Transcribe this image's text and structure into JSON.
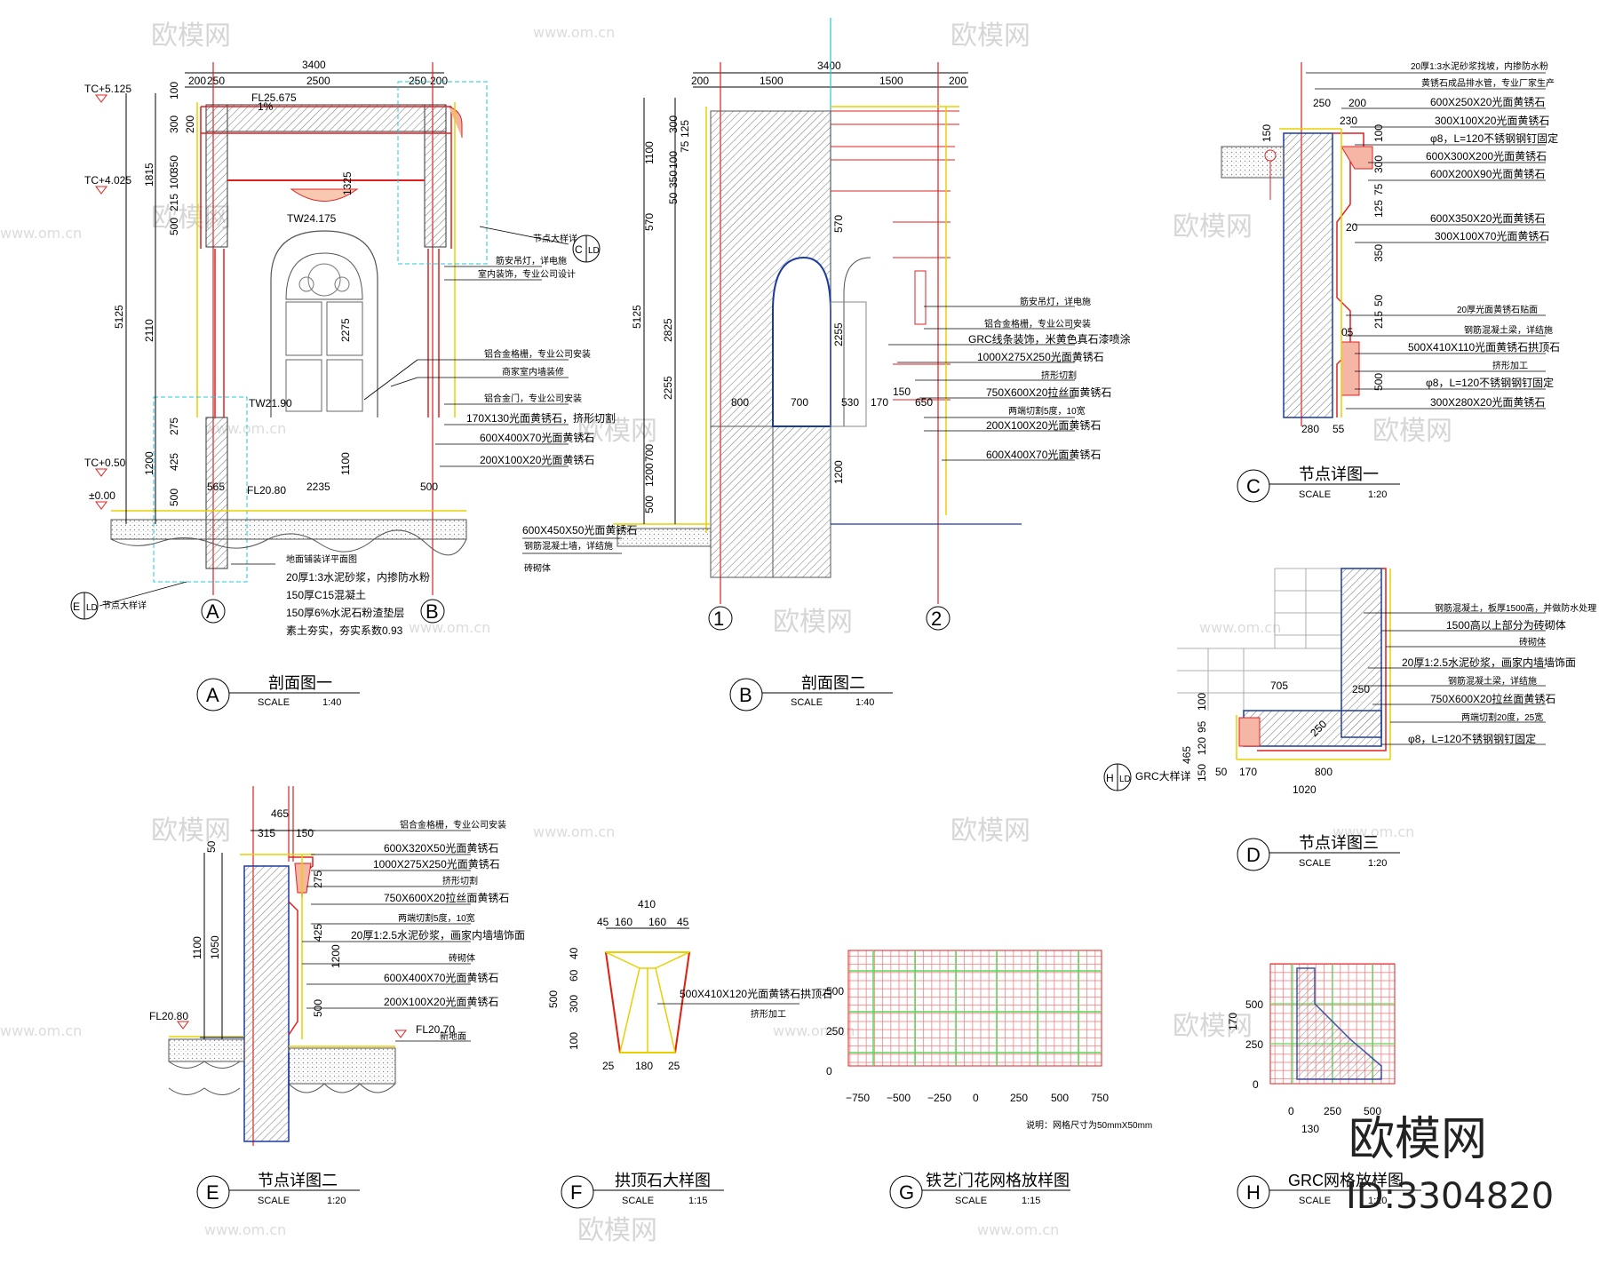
{
  "watermark": {
    "brand": "欧模网",
    "site": "www.om.cn"
  },
  "brand_logo": {
    "name": "欧模网",
    "id": "ID:3304820"
  },
  "views": [
    {
      "key": "A",
      "title": "剖面图一",
      "scale_label": "SCALE",
      "scale": "1:40"
    },
    {
      "key": "B",
      "title": "剖面图二",
      "scale_label": "SCALE",
      "scale": "1:40"
    },
    {
      "key": "C",
      "title": "节点详图一",
      "scale_label": "SCALE",
      "scale": "1:20"
    },
    {
      "key": "D",
      "title": "节点详图三",
      "scale_label": "SCALE",
      "scale": "1:20"
    },
    {
      "key": "E",
      "title": "节点详图二",
      "scale_label": "SCALE",
      "scale": "1:20"
    },
    {
      "key": "F",
      "title": "拱顶石大样图",
      "scale_label": "SCALE",
      "scale": "1:15"
    },
    {
      "key": "G",
      "title": "铁艺门花网格放样图",
      "scale_label": "SCALE",
      "scale": "1:15"
    },
    {
      "key": "H",
      "title": "GRC网格放样图",
      "scale_label": "SCALE",
      "scale": "1:20"
    }
  ],
  "section_a": {
    "dims_top": [
      "3400",
      "200",
      "250",
      "2500",
      "250",
      "200"
    ],
    "levels": [
      "TC+5.125",
      "TC+4.025",
      "TC+0.50",
      "±0.00",
      "FL25.675",
      "TW24.175",
      "TW21.90",
      "FL20.80"
    ],
    "dims_left": [
      "5125",
      "1815",
      "2110",
      "1200",
      "100",
      "300",
      "200",
      "350",
      "100",
      "215",
      "500",
      "275",
      "425",
      "500"
    ],
    "dims_inner": [
      "1325",
      "2275",
      "1100",
      "2235",
      "565",
      "500",
      "1%"
    ],
    "notes": [
      "节点大样详",
      "筋安吊灯，详电施",
      "室内装饰，专业公司设计",
      "铝合金格栅，专业公司安装",
      "商家室内墙装修",
      "铝合金门，专业公司安装",
      "170X130光面黄锈石，挤形切割",
      "600X400X70光面黄锈石",
      "200X100X20光面黄锈石"
    ],
    "floor_notes": [
      "地面铺装详平面图",
      "20厚1:3水泥砂浆，内掺防水粉",
      "150厚C15混凝土",
      "150厚6%水泥石粉渣垫层",
      "素土夯实，夯实系数0.93"
    ],
    "detail_e_ref": "节点大样详",
    "axes": [
      "A",
      "B"
    ],
    "ref_c": "C",
    "ref_e": "E",
    "ref_ld": "LD"
  },
  "section_b": {
    "dims_top": [
      "3400",
      "200",
      "1500",
      "1500",
      "200"
    ],
    "dims_left": [
      "5125",
      "2825",
      "2255",
      "1100",
      "570",
      "700",
      "1200",
      "500",
      "125",
      "300",
      "75",
      "100",
      "350",
      "50"
    ],
    "dims_inner": [
      "800",
      "700",
      "530",
      "170",
      "150",
      "650",
      "2255",
      "570",
      "1200"
    ],
    "notes": [
      "筋安吊灯，详电施",
      "铝合金格栅，专业公司安装",
      "GRC线条装饰，米黄色真石漆喷涂",
      "1000X275X250光面黄锈石",
      "挤形切割",
      "750X600X20拉丝面黄锈石",
      "两端切割5度，10宽",
      "200X100X20光面黄锈石",
      "600X400X70光面黄锈石"
    ],
    "left_notes": [
      "600X450X50光面黄锈石",
      "钢筋混凝土墙，详结施",
      "砖砌体"
    ],
    "axes": [
      "1",
      "2"
    ]
  },
  "detail_c": {
    "dims": [
      "250",
      "200",
      "230",
      "150",
      "100",
      "300",
      "20",
      "125",
      "75",
      "350",
      "50",
      "215",
      "05",
      "500",
      "280",
      "55"
    ],
    "notes": [
      "20厚1:3水泥砂浆找坡，内掺防水粉",
      "黄锈石成品排水管，专业厂家生产",
      "600X250X20光面黄锈石",
      "300X100X20光面黄锈石",
      "φ8，L=120不锈钢钢钉固定",
      "600X300X200光面黄锈石",
      "600X200X90光面黄锈石",
      "600X350X20光面黄锈石",
      "300X100X70光面黄锈石",
      "20厚光面黄锈石贴面",
      "钢筋混凝土梁，详结施",
      "500X410X110光面黄锈石拱顶石",
      "挤形加工",
      "φ8，L=120不锈钢钢钉固定",
      "300X280X20光面黄锈石"
    ]
  },
  "detail_d": {
    "dims": [
      "705",
      "250",
      "250",
      "465",
      "120",
      "95",
      "100",
      "150",
      "50",
      "170",
      "800",
      "1020"
    ],
    "notes": [
      "钢筋混凝土，板厚1500高，并做防水处理",
      "1500高以上部分为砖砌体",
      "砖砌体",
      "20厚1:2.5水泥砂浆，画家内墙墙饰面",
      "钢筋混凝土梁，详结施",
      "750X600X20拉丝面黄锈石",
      "两端切割20度，25宽",
      "φ8，L=120不锈钢钢钉固定"
    ],
    "ref": "GRC大样详",
    "ref_key": "H"
  },
  "detail_e": {
    "dims": [
      "465",
      "315",
      "150",
      "50",
      "1100",
      "1050",
      "275",
      "425",
      "1200",
      "500"
    ],
    "levels": [
      "FL20.80",
      "FL20.70"
    ],
    "notes": [
      "铝合金格栅，专业公司安装",
      "600X320X50光面黄锈石",
      "1000X275X250光面黄锈石",
      "挤形切割",
      "750X600X20拉丝面黄锈石",
      "两端切割5度，10宽",
      "20厚1:2.5水泥砂浆，画家内墙墙饰面",
      "砖砌体",
      "600X400X70光面黄锈石",
      "200X100X20光面黄锈石",
      "新地面"
    ]
  },
  "detail_f": {
    "dims": [
      "410",
      "45",
      "160",
      "160",
      "45",
      "40",
      "60",
      "500",
      "300",
      "100",
      "25",
      "180",
      "25"
    ],
    "notes": [
      "500X410X120光面黄锈石拱顶石",
      "挤形加工"
    ]
  },
  "detail_g": {
    "y_ticks": [
      "500",
      "250",
      "0"
    ],
    "x_ticks": [
      "−750",
      "−500",
      "−250",
      "0",
      "250",
      "500",
      "750"
    ],
    "note": "说明：网格尺寸为50mmX50mm"
  },
  "detail_h": {
    "y_ticks": [
      "500",
      "250",
      "0"
    ],
    "x_ticks": [
      "0",
      "250",
      "500"
    ],
    "dims": [
      "170",
      "130"
    ]
  }
}
